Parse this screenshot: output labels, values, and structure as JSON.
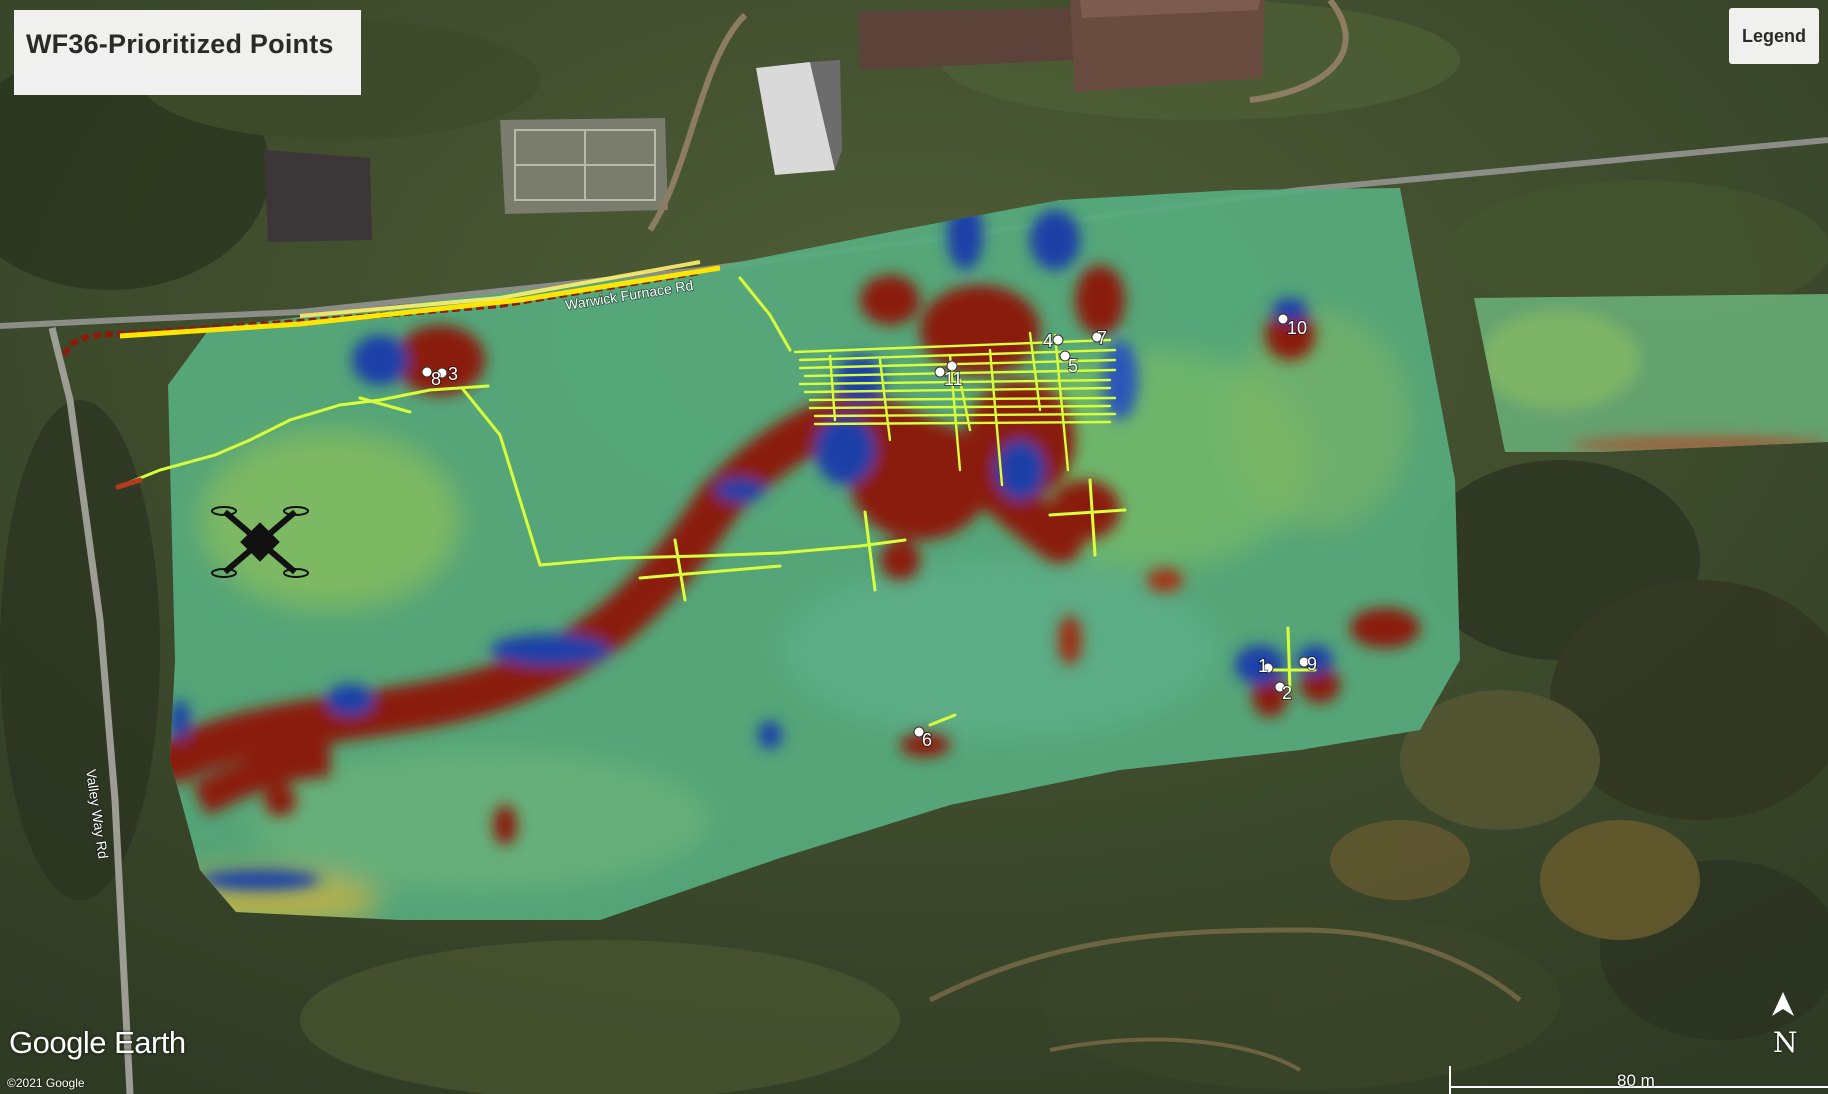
{
  "title": "WF36-Prioritized Points",
  "legend_label": "Legend",
  "brand": "Google Earth",
  "copyright": "©2021 Google",
  "north_label": "N",
  "scale_label": "80 m",
  "roads": [
    {
      "id": "warwick",
      "label": "Warwick Furnace Rd"
    },
    {
      "id": "valley",
      "label": "Valley Way Rd"
    }
  ],
  "points": [
    {
      "id": "1",
      "label": "1"
    },
    {
      "id": "2",
      "label": "2"
    },
    {
      "id": "3",
      "label": "3"
    },
    {
      "id": "4",
      "label": "4"
    },
    {
      "id": "5",
      "label": "5"
    },
    {
      "id": "6",
      "label": "6"
    },
    {
      "id": "7",
      "label": "7"
    },
    {
      "id": "8",
      "label": "8"
    },
    {
      "id": "9",
      "label": "9"
    },
    {
      "id": "10",
      "label": "10"
    },
    {
      "id": "11",
      "label": "11"
    }
  ],
  "colors": {
    "anomaly_low": "#1c3fa8",
    "anomaly_mid": "#4fb58f",
    "anomaly_high": "#8a1c0c",
    "survey_track": "#d7ff3a",
    "road_track": "#ffe600"
  }
}
